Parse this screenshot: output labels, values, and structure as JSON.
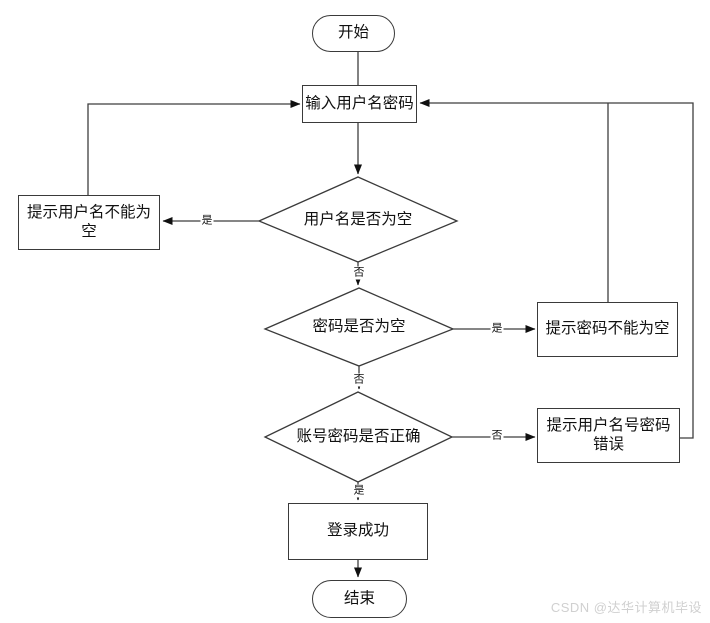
{
  "diagram": {
    "type": "flowchart",
    "nodes": {
      "start": "开始",
      "input": "输入用户名密码",
      "check_username": "用户名是否为空",
      "hint_username": "提示用户名不能为空",
      "check_password": "密码是否为空",
      "hint_password": "提示密码不能为空",
      "check_account": "账号密码是否正确",
      "hint_wrong": "提示用户名号密码错误",
      "success": "登录成功",
      "end": "结束"
    },
    "labels": {
      "yes": "是",
      "no": "否"
    },
    "edges": [
      {
        "from": "start",
        "to": "input",
        "label": ""
      },
      {
        "from": "input",
        "to": "check_username",
        "label": ""
      },
      {
        "from": "check_username",
        "to": "hint_username",
        "label": "是"
      },
      {
        "from": "hint_username",
        "to": "input",
        "label": ""
      },
      {
        "from": "check_username",
        "to": "check_password",
        "label": "否"
      },
      {
        "from": "check_password",
        "to": "hint_password",
        "label": "是"
      },
      {
        "from": "hint_password",
        "to": "input",
        "label": ""
      },
      {
        "from": "check_password",
        "to": "check_account",
        "label": "否"
      },
      {
        "from": "check_account",
        "to": "hint_wrong",
        "label": "否"
      },
      {
        "from": "hint_wrong",
        "to": "input",
        "label": ""
      },
      {
        "from": "check_account",
        "to": "success",
        "label": "是"
      },
      {
        "from": "success",
        "to": "end",
        "label": ""
      }
    ]
  },
  "watermark": "CSDN @达华计算机毕设",
  "colors": {
    "line": "#3f3f3f",
    "node_border": "#3a3a3a",
    "node_fill": "#ffffff",
    "text": "#111111",
    "watermark": "#d0d0d0"
  }
}
